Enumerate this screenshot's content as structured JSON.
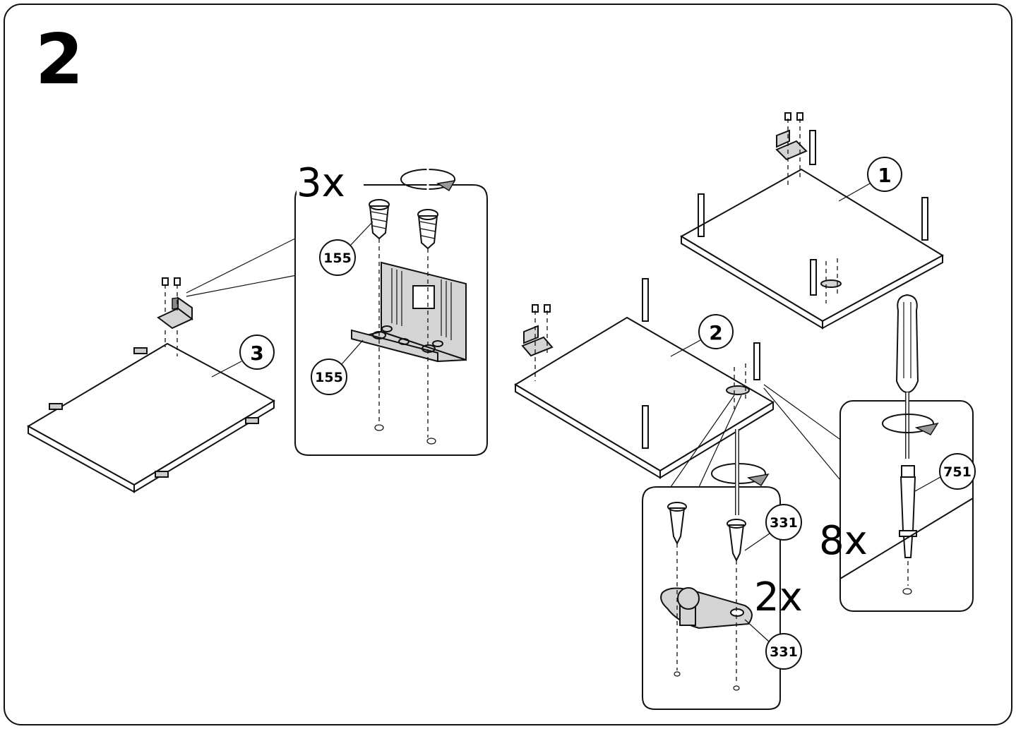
{
  "step_number": "2",
  "quantities": {
    "left_detail": "3x",
    "center_detail": "2x",
    "right_detail": "8x"
  },
  "panel_labels": {
    "panel_1": "1",
    "panel_2": "2",
    "panel_3": "3"
  },
  "part_numbers": {
    "bracket_screw": "155",
    "bracket": "155",
    "pin_screw": "331",
    "pin_plate": "331",
    "dowel": "751"
  }
}
